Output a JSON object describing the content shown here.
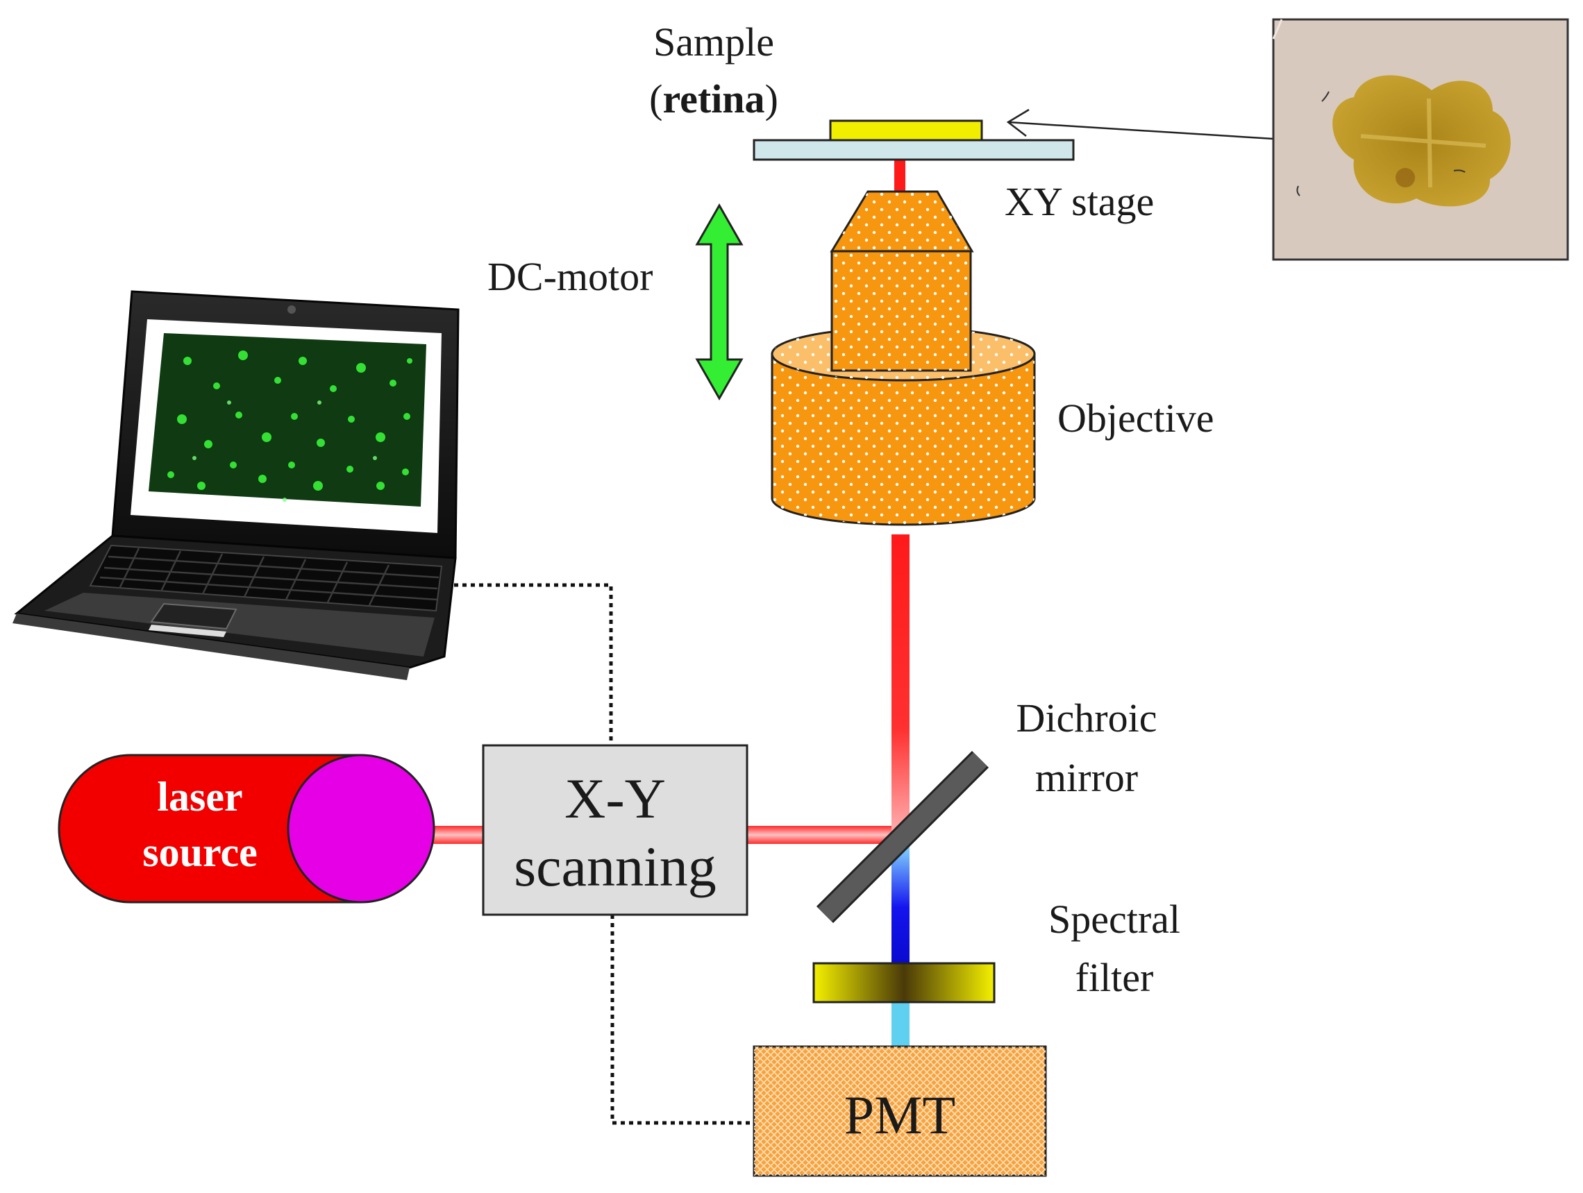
{
  "labels": {
    "sample_line1": "Sample",
    "sample_open": "(",
    "sample_bold": "retina",
    "sample_close": ")",
    "xy_stage": "XY stage",
    "dc_motor": "DC-motor",
    "objective": "Objective",
    "dichroic_line1": "Dichroic",
    "dichroic_line2": "mirror",
    "spectral_line1": "Spectral",
    "spectral_line2": "filter",
    "laser_line1": "laser",
    "laser_line2": "source",
    "scanner_line1": "X-Y",
    "scanner_line2": "scanning",
    "pmt": "PMT"
  },
  "colors": {
    "laser_body": "#f20000",
    "laser_face": "#e600e6",
    "objective": "#f7960f",
    "objective_top": "#fbbf6a",
    "dc_motor_arrow": "#33ee33",
    "sample": "#f2ee00",
    "stage": "#cfe6ea",
    "scanner": "#dedede",
    "pmt": "#f9a23c",
    "mirror": "#555555",
    "beam_red": "#ff2020",
    "beam_blue": "#1010ee",
    "beam_cyan": "#5fd0f0"
  },
  "icons": {
    "laptop": "laptop-icon",
    "retina_photo": "retina-sample-photo"
  }
}
